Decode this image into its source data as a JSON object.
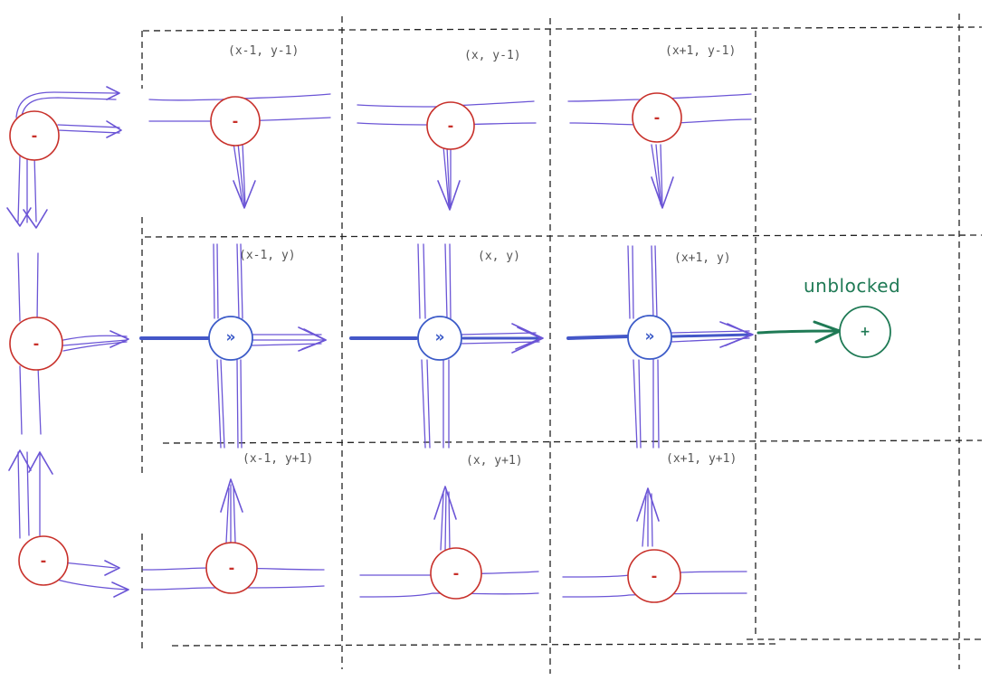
{
  "colors": {
    "blocked": "#c8302a",
    "propagating": "#3c5bc8",
    "flow": "#6b55d6",
    "unblocked": "#1f7a55",
    "grid": "#222222"
  },
  "cells": {
    "top_left": "(x-1, y-1)",
    "top_mid": "(x, y-1)",
    "top_right": "(x+1, y-1)",
    "mid_left": "(x-1, y)",
    "mid_mid": "(x, y)",
    "mid_right": "(x+1, y)",
    "bot_left": "(x-1, y+1)",
    "bot_mid": "(x, y+1)",
    "bot_right": "(x+1, y+1)"
  },
  "signs": {
    "blocked": "-",
    "unblocked": "+",
    "propagate": "»"
  },
  "status": {
    "unblocked": "unblocked"
  }
}
